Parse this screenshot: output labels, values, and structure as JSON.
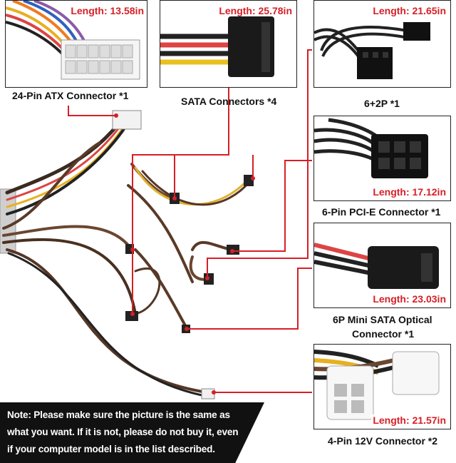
{
  "connectors": [
    {
      "id": "atx24",
      "length": "Length: 13.58in",
      "caption": "24-Pin ATX Connector *1"
    },
    {
      "id": "sata",
      "length": "Length: 25.78in",
      "caption": "SATA Connectors *4"
    },
    {
      "id": "six2",
      "length": "Length: 21.65in",
      "caption": "6+2P *1"
    },
    {
      "id": "pcie6",
      "length": "Length: 17.12in",
      "caption": "6-Pin PCI-E Connector *1"
    },
    {
      "id": "minisata",
      "length": "Length: 23.03in",
      "caption_line1": "6P Mini SATA Optical",
      "caption_line2": "Connector *1"
    },
    {
      "id": "cpu4",
      "length": "Length: 21.57in",
      "caption": "4-Pin 12V Connector *2"
    }
  ],
  "note": {
    "line1": "Note: Please make sure the picture is the same as",
    "line2": "what you want. If it is not, please do not buy it, even",
    "line3": "if your computer model is in the list described."
  },
  "colors": {
    "accent": "#d61f26",
    "note_bg": "#111111"
  }
}
